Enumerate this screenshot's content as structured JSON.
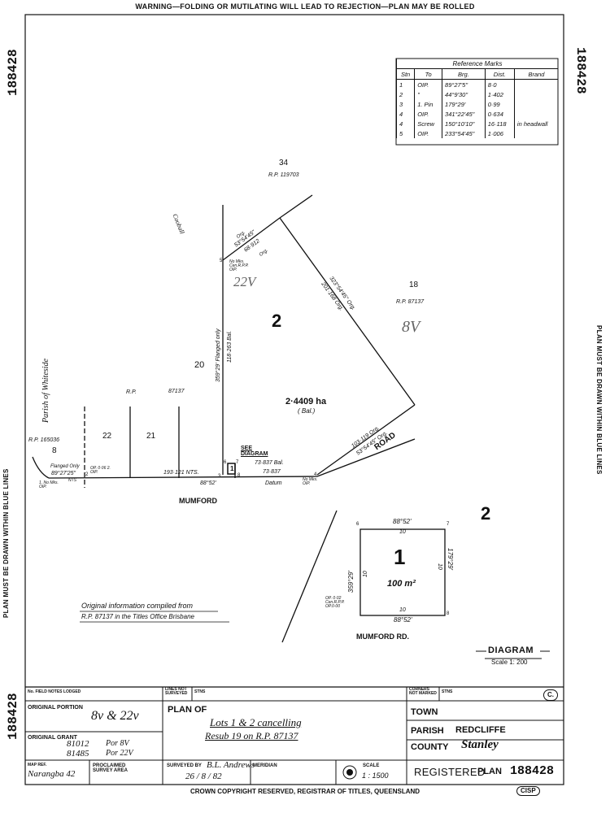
{
  "warning": "WARNING—FOLDING OR MUTILATING WILL LEAD TO REJECTION—PLAN MAY BE ROLLED",
  "plan_number": "188428",
  "side_note": "PLAN MUST BE DRAWN WITHIN BLUE LINES",
  "reference_marks": {
    "title": "Reference Marks",
    "headers": [
      "Stn",
      "To",
      "Brg.",
      "Dist.",
      "Brand"
    ],
    "rows": [
      [
        "1",
        "OIP.",
        "89°27'5\"",
        "8·0",
        ""
      ],
      [
        "2",
        "\"",
        "44°9'30\"",
        "1·402",
        ""
      ],
      [
        "3",
        "1. Pin",
        "179°29'",
        "0·99",
        ""
      ],
      [
        "4",
        "OIP.",
        "341°22'45\"",
        "0·634",
        ""
      ],
      [
        "4",
        "Screw",
        "150°10'10\"",
        "16·118",
        "in headwall"
      ],
      [
        "5",
        "OIP.",
        "233°54'45\"",
        "1·006",
        ""
      ]
    ]
  },
  "plan": {
    "lot34": "34",
    "rp119703": "R.P. 119703",
    "lot18": "18",
    "rp87137_a": "R.P. 87137",
    "lot2": "2",
    "area": "2·4409 ha",
    "area_bal": "( Bal.)",
    "lot20": "20",
    "rp_label": "R.P.",
    "rp87137_b": "87137",
    "lot22": "22",
    "lot21": "21",
    "rp165036": "R.P. 165036",
    "lot8": "8",
    "parish_note": "Parish of Whiteside",
    "see_diagram": "SEE DIAGRAM",
    "road": "ROAD",
    "mumford": "MUMFORD",
    "datum": "Datum",
    "hand_22v": "22V",
    "hand_8v": "8V",
    "hand_note": "Cooball",
    "flanged_only": "Flanged only",
    "flanged_only_b": "Flanged Only",
    "brg_3592919": "359°29' Flanged only",
    "dist_118263": "118·263 Bal.",
    "brg_5354": "53°54'45\"",
    "dist_68": "68·912",
    "org_a": "Org.",
    "org_b": "Org.",
    "brg_323": "323°54'45\" Org.",
    "dist_201": "201·168 Org.",
    "brg_103": "103·119 Org.",
    "brg_53road": "53°54'45\" Org.",
    "brg_8852": "88°52'",
    "dist_73": "73·837 Bal.",
    "dist_73b": "73·837",
    "brg_892725": "89°27'25\"",
    "dist_193": "193·121 NTS.",
    "nomks_5": "No Mks. Cen.R.P.P. OIP.",
    "nomks_road": "No Mks. OIP.",
    "op_note": "OP. 0·06 2. OIP.",
    "nomks_left": "1. No Mks. OIP.",
    "nts": "NTS",
    "stn5": "5",
    "stn6": "6",
    "stn7": "7",
    "stn8": "8",
    "stn1": "1",
    "stn2": "2",
    "stn3": "3",
    "stn4": "4",
    "original_info": "Original information compiled from",
    "original_info2": "R.P. 87137 in the Titles Office Brisbane"
  },
  "diagram": {
    "lot1": "1",
    "lot2": "2",
    "area": "100 m²",
    "top_brg": "88°52'",
    "top_dist": "10",
    "bot_brg": "88°52'",
    "bot_dist": "10",
    "left_brg": "359°29'",
    "left_dist": "10",
    "right_brg": "179°29'",
    "right_dist": "10",
    "road": "MUMFORD RD.",
    "title": "DIAGRAM",
    "scale": "Scale 1: 200",
    "stn6": "6",
    "stn7": "7",
    "stn8": "8",
    "op_note": "OP. 0·02 Cen.R.P.P. OP.0·00"
  },
  "title_block": {
    "field_notes": "No. FIELD NOTES LODGED",
    "lines_not_surveyed": "LINES NOT SURVEYED",
    "stns": "STNS",
    "corners_not_marked": "CORNERS NOT MARKED",
    "stns2": "STNS",
    "c_badge": "C.",
    "original_portion_label": "ORIGINAL PORTION",
    "original_portion": "8v & 22v",
    "plan_of_label": "PLAN OF",
    "plan_of_1": "Lots 1 & 2 cancelling",
    "plan_of_2": "Resub 19 on R.P. 87137",
    "original_grant_label": "ORIGINAL GRANT",
    "grant_1": "81012",
    "grant_1b": "Por 8V",
    "grant_2": "81485",
    "grant_2b": "Por 22V",
    "town_label": "TOWN",
    "parish_label": "PARISH",
    "parish": "REDCLIFFE",
    "county_label": "COUNTY",
    "county": "Stanley",
    "map_ref_label": "MAP REF.",
    "map_ref": "Narangba 42",
    "proclaimed": "PROCLAIMED SURVEY AREA",
    "surveyed_by_label": "SURVEYED BY",
    "surveyed_by": "B.L. Andrews",
    "meridian_label": "MERIDIAN",
    "date": "26 / 8 / 82",
    "scale_label": "SCALE",
    "scale": "1 : 1500",
    "registered": "REGISTERED",
    "plan_label": "PLAN",
    "plan_no": "188428"
  },
  "footer": "CROWN COPYRIGHT RESERVED, REGISTRAR OF TITLES, QUEENSLAND",
  "csp": "CISP"
}
